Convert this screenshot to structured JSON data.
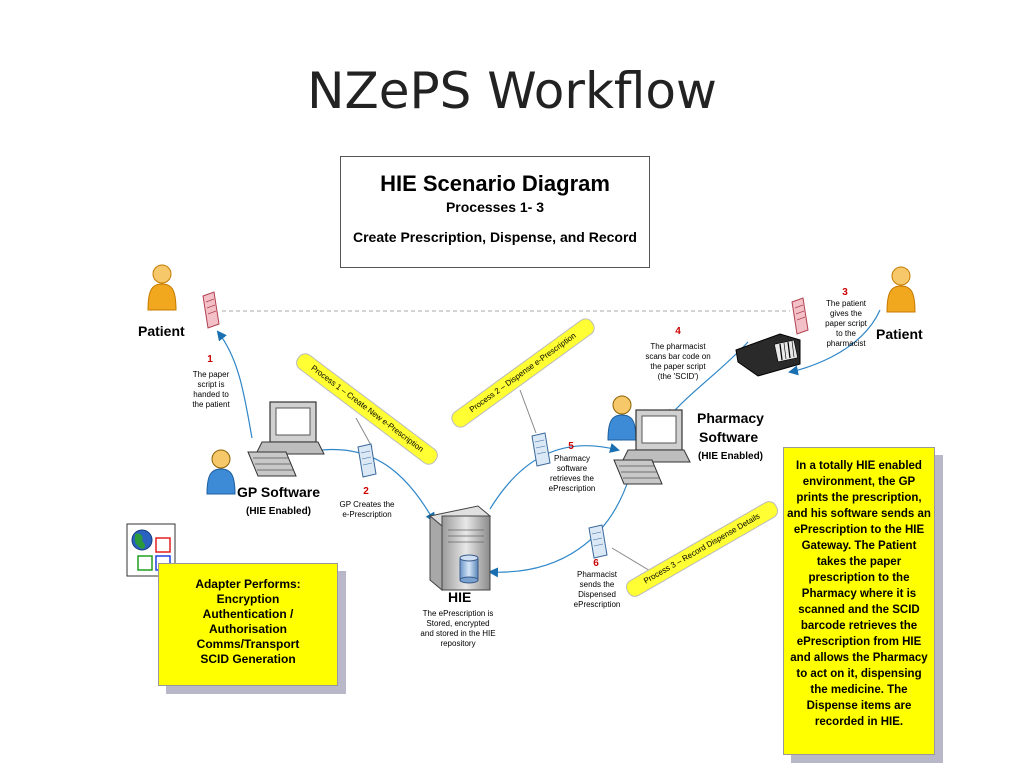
{
  "title": "NZePS Workflow",
  "scenario": {
    "heading": "HIE Scenario Diagram",
    "processes": "Processes 1- 3",
    "subtitle": "Create Prescription, Dispense, and Record"
  },
  "actors": {
    "patient_left": "Patient",
    "patient_right": "Patient",
    "gp_software": "GP Software",
    "gp_enabled": "(HIE Enabled)",
    "pharmacy_line1": "Pharmacy",
    "pharmacy_line2": "Software",
    "pharmacy_enabled": "(HIE Enabled)",
    "hie": "HIE"
  },
  "steps": [
    {
      "num": "1",
      "text": [
        "The paper",
        "script is",
        "handed to",
        "the patient"
      ]
    },
    {
      "num": "2",
      "text": [
        "GP Creates the",
        "e-Prescription"
      ]
    },
    {
      "num": "3",
      "text": [
        "The patient",
        "gives the",
        "paper script",
        "to the",
        "pharmacist"
      ]
    },
    {
      "num": "4",
      "text": [
        "The pharmacist",
        "scans bar code on",
        "the paper script",
        "(the 'SCID')"
      ]
    },
    {
      "num": "5",
      "text": [
        "Pharmacy",
        "software",
        "retrieves the",
        "ePrescription"
      ]
    },
    {
      "num": "6",
      "text": [
        "Pharmacist",
        "sends the",
        "Dispensed",
        "ePrescription"
      ]
    }
  ],
  "hie_description": [
    "The ePrescription is",
    "Stored, encrypted",
    "and stored in the HIE",
    "repository"
  ],
  "process_banners": [
    "Process 1 – Create New e-Prescription",
    "Process 2 – Dispense e-Prescription",
    "Process 3 – Record Dispense Details"
  ],
  "adapter_box": [
    "Adapter Performs:",
    "Encryption",
    "Authentication /",
    "Authorisation",
    "Comms/Transport",
    "SCID Generation"
  ],
  "info_box": "In a totally HIE enabled environment, the GP prints the prescription, and his software sends an ePrescription to the HIE Gateway. The Patient takes the paper prescription to the Pharmacy where it is scanned and the SCID barcode retrieves the ePrescription from HIE and allows the Pharmacy to act on it, dispensing the medicine. The Dispense items are recorded in HIE.",
  "colors": {
    "person_body": "#f2a81e",
    "person_head": "#f6c86a",
    "connector": "#2e86c8",
    "highlight": "#ffff00",
    "step_number": "#cc0000"
  }
}
